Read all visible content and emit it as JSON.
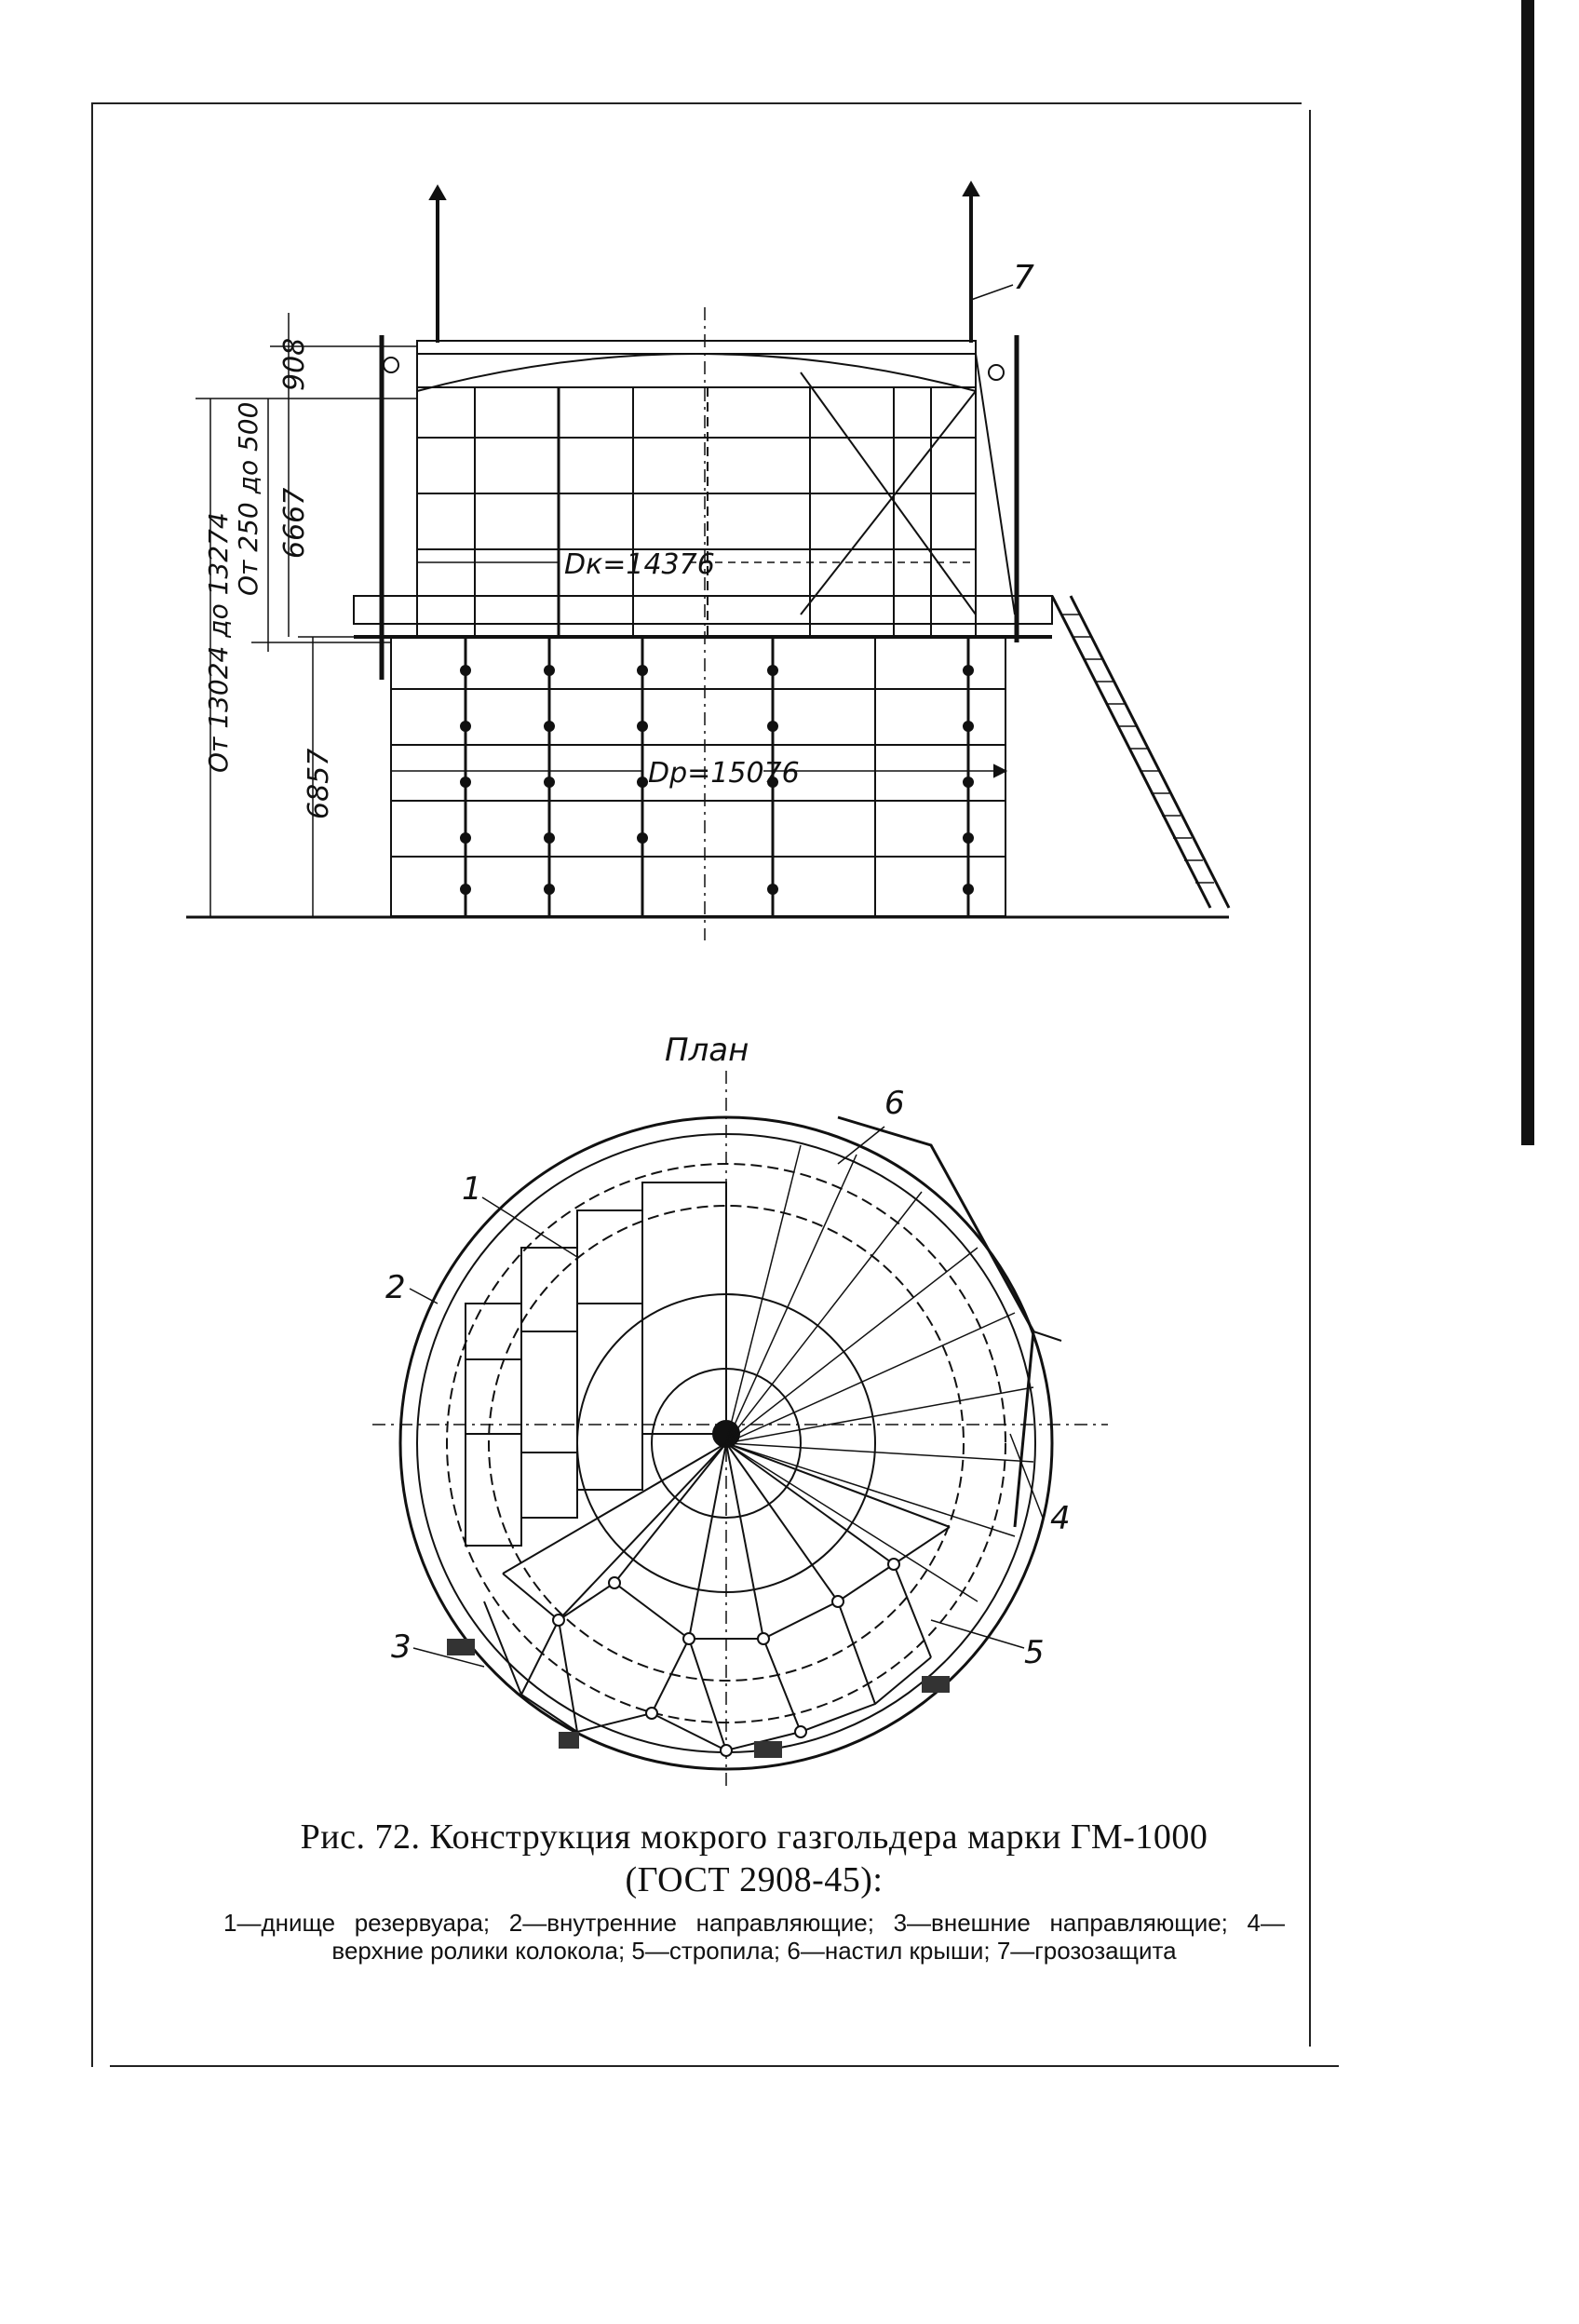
{
  "elevation": {
    "dimensions": {
      "d908": "908",
      "d6667": "6667",
      "d_range1": "От 250 до 500",
      "d_range2": "От 13024 до 13274",
      "d6857": "6857",
      "dk": "Dк=14376",
      "dr": "Dр=15076"
    },
    "callout_7": "7"
  },
  "plan": {
    "label": "План",
    "callouts": [
      "1",
      "2",
      "3",
      "4",
      "5",
      "6"
    ]
  },
  "caption": {
    "title_line1": "Рис. 72. Конструкция мокрого газгольдера марки ГМ-1000",
    "title_line2": "(ГОСТ 2908-45):",
    "legend": "1—днище резервуара; 2—внутренние направляющие; 3—внешние направляющие; 4—верхние ролики колокола; 5—стропила; 6—настил крыши; 7—грозозащита"
  }
}
